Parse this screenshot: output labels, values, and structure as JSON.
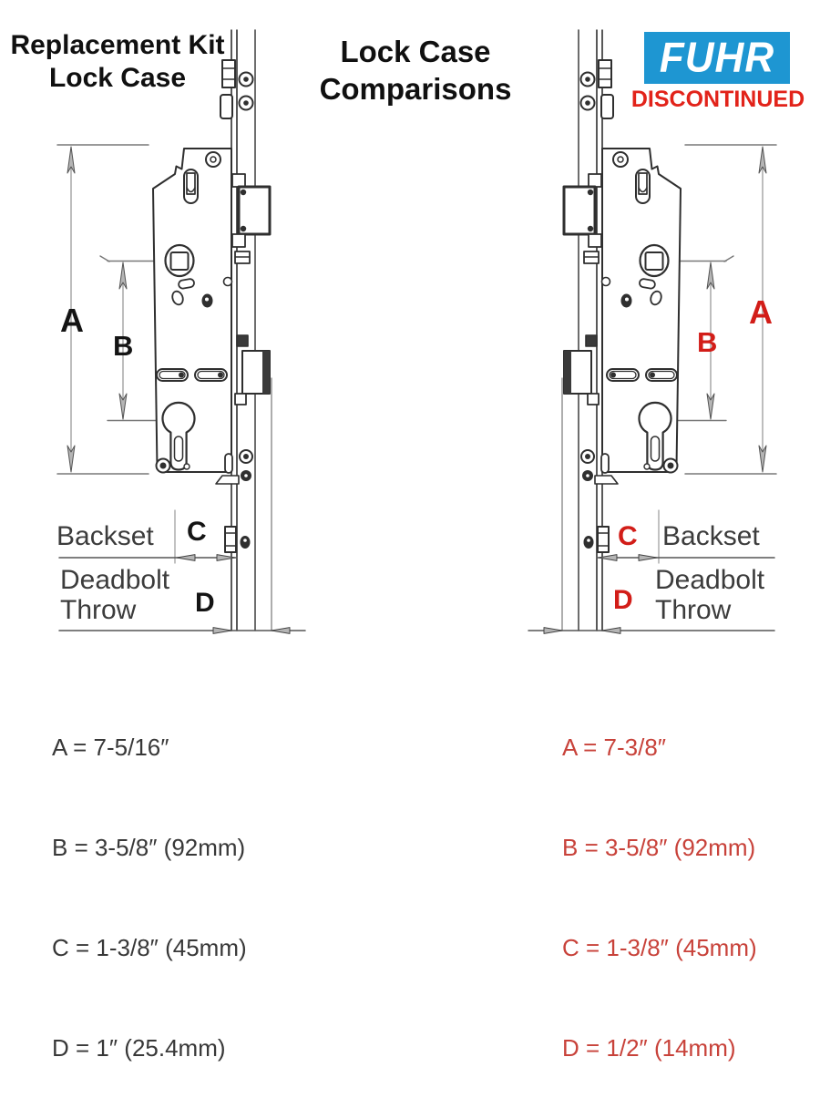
{
  "titles": {
    "left_line1": "Replacement Kit",
    "left_line2": "Lock Case",
    "center_line1": "Lock Case",
    "center_line2": "Comparisons"
  },
  "brand": {
    "logo_text": "FUHR",
    "logo_bg_color": "#1e96d2",
    "status": "DISCONTINUED",
    "status_color": "#e2231a"
  },
  "left_diagram": {
    "name": "Replacement Kit Lock Case",
    "label_color": "#141414",
    "dim_a": "A",
    "dim_b": "B",
    "dim_c": "C",
    "dim_d": "D",
    "backset_label": "Backset",
    "deadbolt_line1": "Deadbolt",
    "deadbolt_line2": "Throw",
    "measurements": [
      "A = 7-5/16″",
      "B = 3-5/8″ (92mm)",
      "C = 1-3/8″ (45mm)",
      "D = 1″ (25.4mm)"
    ]
  },
  "right_diagram": {
    "name": "FUHR Discontinued Lock Case",
    "label_color": "#d21d18",
    "dim_a": "A",
    "dim_b": "B",
    "dim_c": "C",
    "dim_d": "D",
    "backset_label": "Backset",
    "deadbolt_line1": "Deadbolt",
    "deadbolt_line2": "Throw",
    "measurements": [
      "A = 7-3/8″",
      "B = 3-5/8″ (92mm)",
      "C = 1-3/8″ (45mm)",
      "D = 1/2″ (14mm)"
    ]
  }
}
